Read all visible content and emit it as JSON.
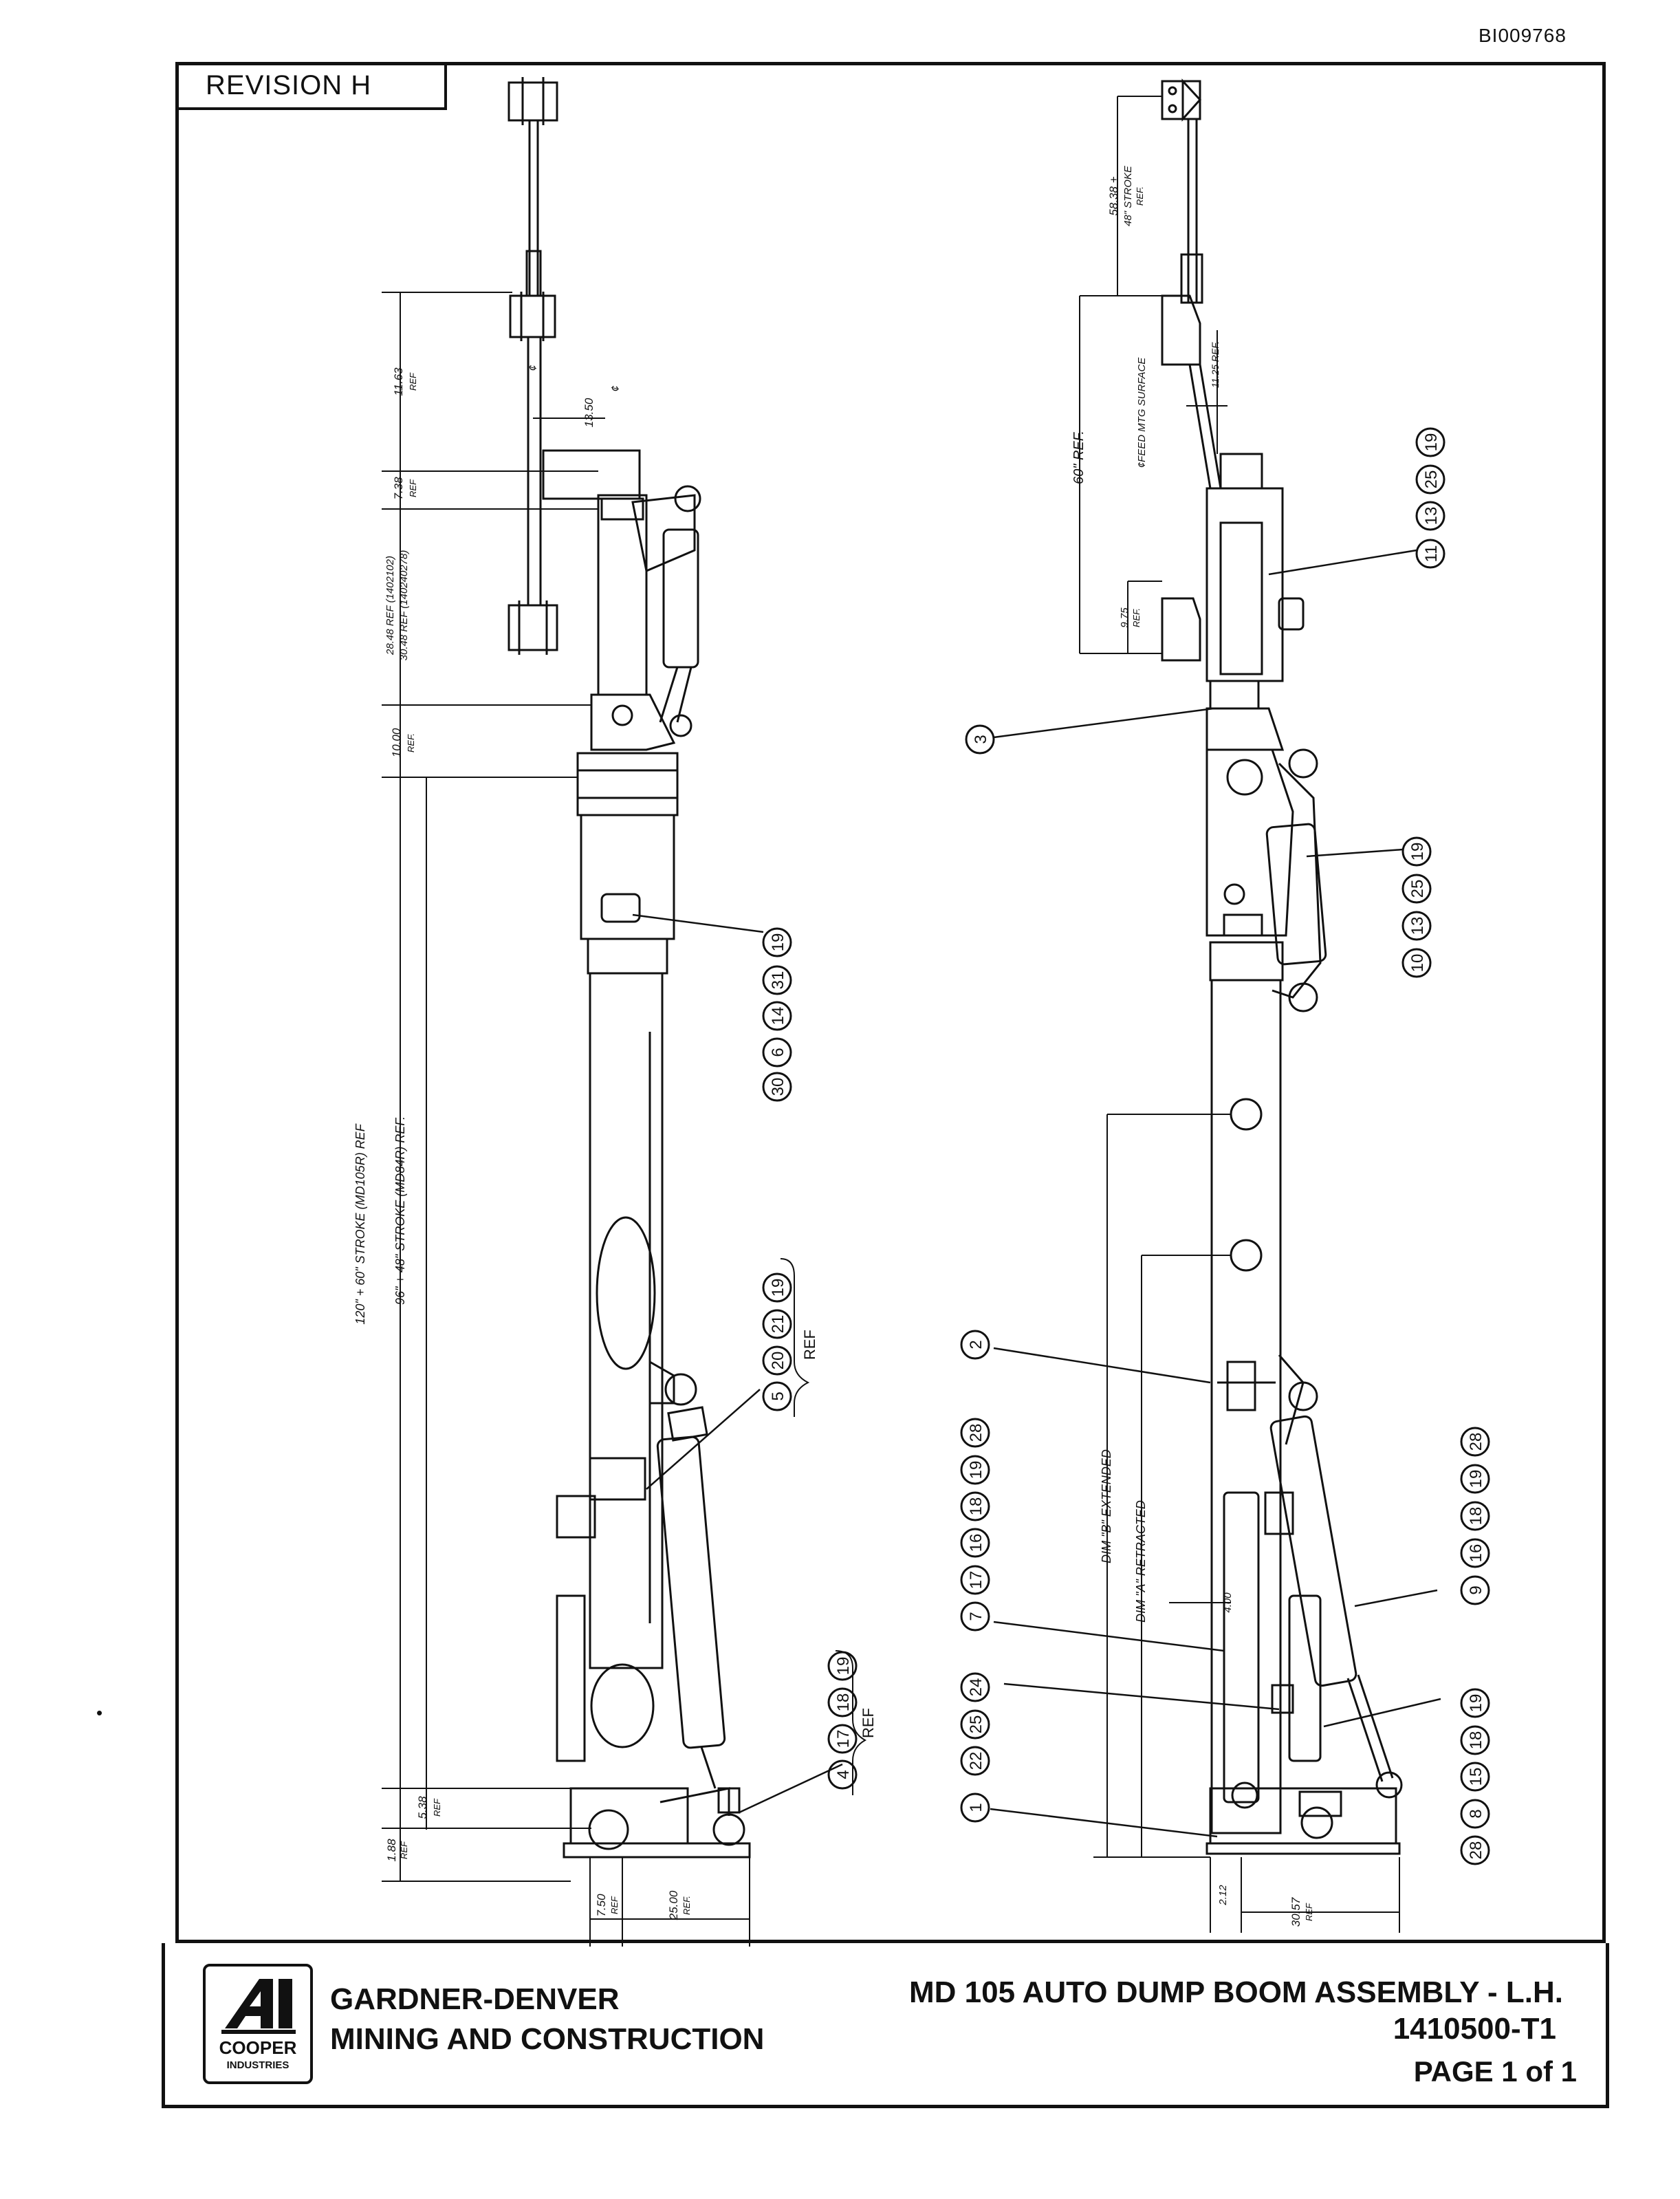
{
  "document": {
    "doc_id": "BI009768",
    "revision": "REVISION  H",
    "company_line1": "GARDNER-DENVER",
    "company_line2": "MINING AND CONSTRUCTION",
    "drawing_title": "MD 105 AUTO DUMP BOOM ASSEMBLY - L.H.",
    "drawing_number": "1410500-T1",
    "page": "PAGE 1 of  1",
    "logo_text1": "COOPER",
    "logo_text2": "INDUSTRIES"
  },
  "left_view": {
    "dimensions": {
      "d1163": "11.63",
      "d1163_ref": "REF",
      "d1350": "13.50",
      "d738": "7.38",
      "d738_ref": "REF",
      "d2848": "28.48 REF (1402102)",
      "d3048": "30.48 REF (140240278)",
      "d1000": "10.00",
      "d1000_ref": "REF.",
      "stroke1": "120\" + 60\" STROKE  (MD105R) REF",
      "stroke2": "96\" + 48\" STROKE  (MD84R)   REF.",
      "d538": "5.38",
      "d538_ref": "REF",
      "d188": "1.88",
      "d188_ref": "REF",
      "d750": "7.50",
      "d750_ref": "REF",
      "d2500": "25.00",
      "d2500_ref": "REF."
    },
    "callouts": [
      {
        "balloons": [
          "30",
          "6",
          "14",
          "31",
          "19"
        ],
        "ref": ""
      },
      {
        "balloons": [
          "5",
          "20",
          "21",
          "19"
        ],
        "ref": "REF"
      },
      {
        "balloons": [
          "4",
          "17",
          "18",
          "19"
        ],
        "ref": "REF"
      }
    ],
    "centerline": "¢"
  },
  "right_view": {
    "dimensions": {
      "d5838": "58.38 +",
      "d5838_b": "48\" STROKE",
      "d5838_ref": "REF.",
      "d60": "60\" REF.",
      "feed": "¢FEED MTG SURFACE",
      "d1125": "11.25 REF.",
      "d975": "9.75",
      "d975_ref": "REF.",
      "dim_b": "DIM \"B\" EXTENDED",
      "dim_a": "DIM \"A\" RETRACTED",
      "d400": "4.00",
      "d212": "2.12",
      "d3057": "30.57",
      "d3057_ref": "REF"
    },
    "callouts": [
      {
        "balloons": [
          "11",
          "13",
          "25",
          "19"
        ]
      },
      {
        "balloons": [
          "3"
        ]
      },
      {
        "balloons": [
          "10",
          "13",
          "25",
          "19"
        ]
      },
      {
        "balloons": [
          "2"
        ]
      },
      {
        "balloons": [
          "7",
          "17",
          "16",
          "18",
          "19",
          "28"
        ]
      },
      {
        "balloons": [
          "9",
          "16",
          "18",
          "19",
          "28"
        ]
      },
      {
        "balloons": [
          "22",
          "25",
          "24"
        ]
      },
      {
        "balloons": [
          "28",
          "8",
          "15",
          "18",
          "19"
        ]
      },
      {
        "balloons": [
          "1"
        ]
      }
    ]
  },
  "stray_mark": "•"
}
